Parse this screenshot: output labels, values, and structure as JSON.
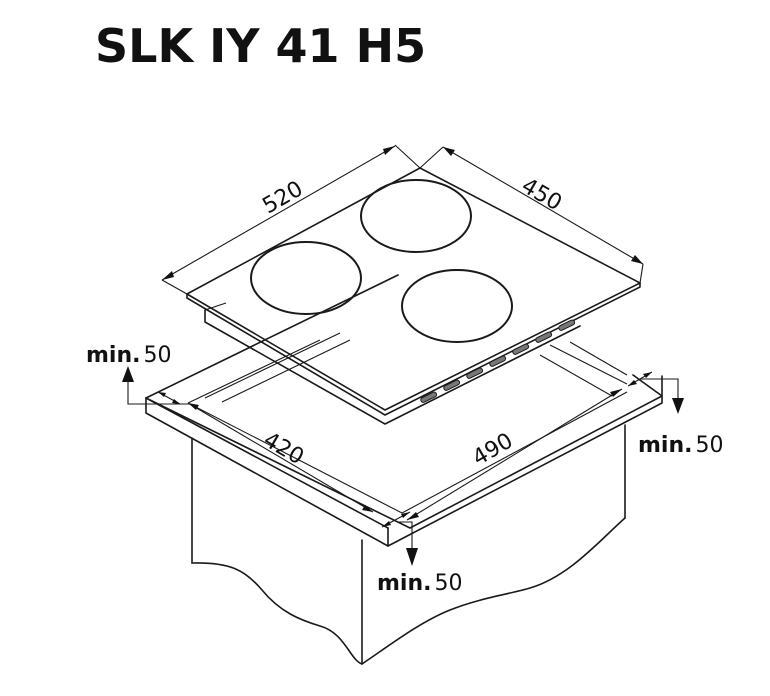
{
  "title": "SLK IY 41 H5",
  "hob": {
    "width_label": "520",
    "depth_label": "450",
    "cooking_zones": 3
  },
  "cutout": {
    "width_label": "490",
    "depth_label": "420"
  },
  "clearances": {
    "rear": {
      "prefix": "min.",
      "value": "50"
    },
    "side": {
      "prefix": "min.",
      "value": "50"
    },
    "front": {
      "prefix": "min.",
      "value": "50"
    }
  },
  "colors": {
    "line": "#1a1a1a",
    "background": "#ffffff"
  }
}
